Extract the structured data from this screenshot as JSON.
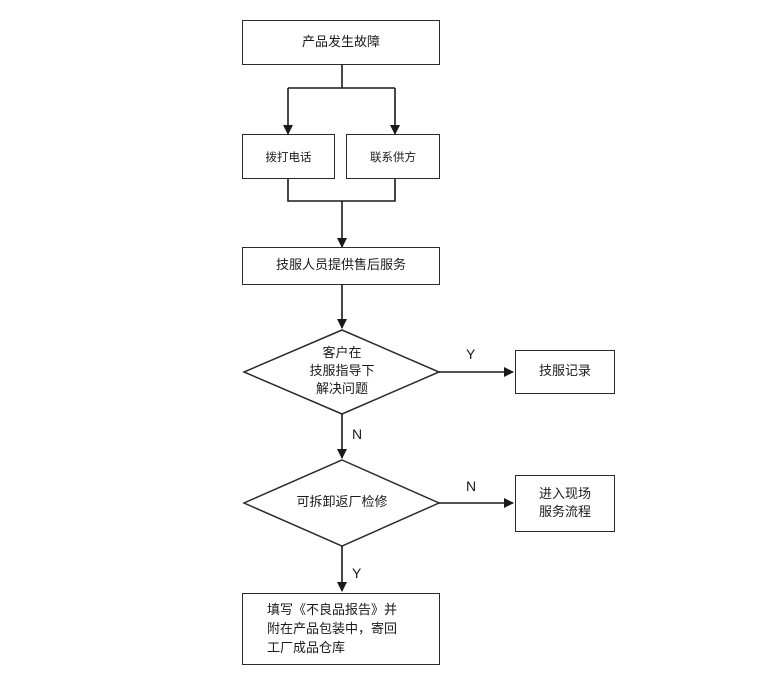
{
  "colors": {
    "stroke": "#2b2b2b",
    "background": "#ffffff",
    "text": "#1a1a1a"
  },
  "nodes": {
    "product_failure": "产品发生故障",
    "call_phone": "拨打电话",
    "contact_supplier": "联系供方",
    "tech_support": "技服人员提供售后服务",
    "decision_remote": "客户在\n技服指导下\n解决问题",
    "tech_record": "技服记录",
    "decision_return": "可拆卸返厂检修",
    "onsite_service": "进入现场\n服务流程",
    "defect_report": "填写《不良品报告》并\n附在产品包装中，寄回\n工厂成品仓库"
  },
  "edge_labels": {
    "remote_yes": "Y",
    "remote_no": "N",
    "return_no": "N",
    "return_yes": "Y"
  }
}
